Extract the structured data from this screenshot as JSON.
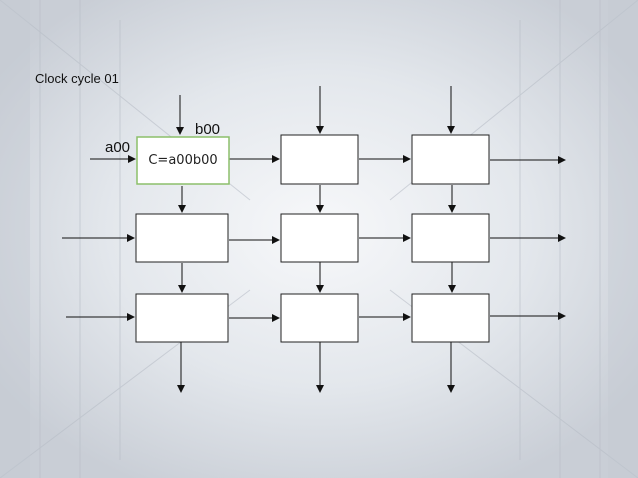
{
  "clock_label": "Clock cycle 01",
  "input_b": "b00",
  "input_a": "a00",
  "active_cell_text": "C=a00b00",
  "colors": {
    "background": "#dfe3e8",
    "cell_fill": "#ffffff",
    "cell_border": "#222222",
    "active_cell_border": "#8cbf6a",
    "arrow": "#111111"
  },
  "grid": {
    "rows": 3,
    "cols": 3,
    "active_cell": [
      0,
      0
    ]
  }
}
